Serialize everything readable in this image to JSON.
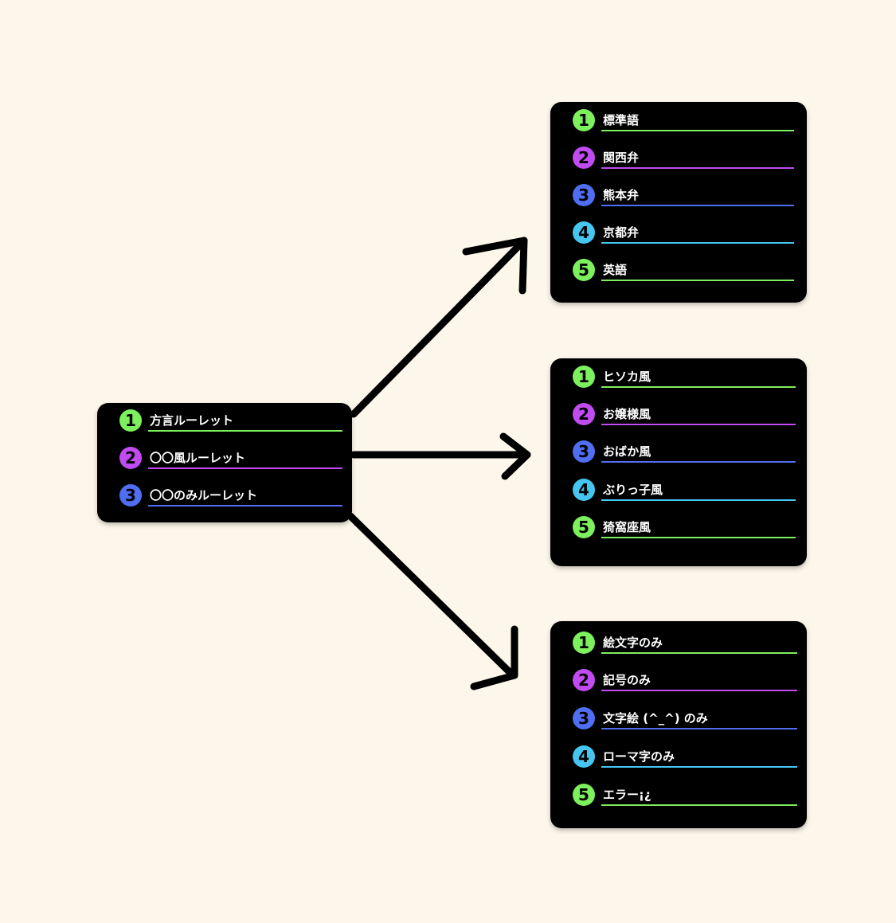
{
  "colors": {
    "background": "#fdf7eb",
    "card": "#000000",
    "green": "#7df05e",
    "purple": "#c04bf0",
    "blue": "#4f6ef2",
    "cyan": "#45c6f0"
  },
  "source": {
    "items": [
      {
        "num": "1",
        "label": "方言ルーレット",
        "color": "green"
      },
      {
        "num": "2",
        "label": "〇〇風ルーレット",
        "color": "purple"
      },
      {
        "num": "3",
        "label": "〇〇のみルーレット",
        "color": "blue"
      }
    ]
  },
  "targets": [
    {
      "items": [
        {
          "num": "1",
          "label": "標準語",
          "color": "green"
        },
        {
          "num": "2",
          "label": "関西弁",
          "color": "purple"
        },
        {
          "num": "3",
          "label": "熊本弁",
          "color": "blue"
        },
        {
          "num": "4",
          "label": "京都弁",
          "color": "cyan"
        },
        {
          "num": "5",
          "label": "英語",
          "color": "green"
        }
      ]
    },
    {
      "items": [
        {
          "num": "1",
          "label": "ヒソカ風",
          "color": "green"
        },
        {
          "num": "2",
          "label": "お嬢様風",
          "color": "purple"
        },
        {
          "num": "3",
          "label": "おばか風",
          "color": "blue"
        },
        {
          "num": "4",
          "label": "ぶりっ子風",
          "color": "cyan"
        },
        {
          "num": "5",
          "label": "猗窩座風",
          "color": "green"
        }
      ]
    },
    {
      "items": [
        {
          "num": "1",
          "label": "絵文字のみ",
          "color": "green"
        },
        {
          "num": "2",
          "label": "記号のみ",
          "color": "purple"
        },
        {
          "num": "3",
          "label": "文字絵 (^_^) のみ",
          "color": "blue"
        },
        {
          "num": "4",
          "label": "ローマ字のみ",
          "color": "cyan"
        },
        {
          "num": "5",
          "label": "エラー¡¿",
          "color": "green"
        }
      ]
    }
  ]
}
